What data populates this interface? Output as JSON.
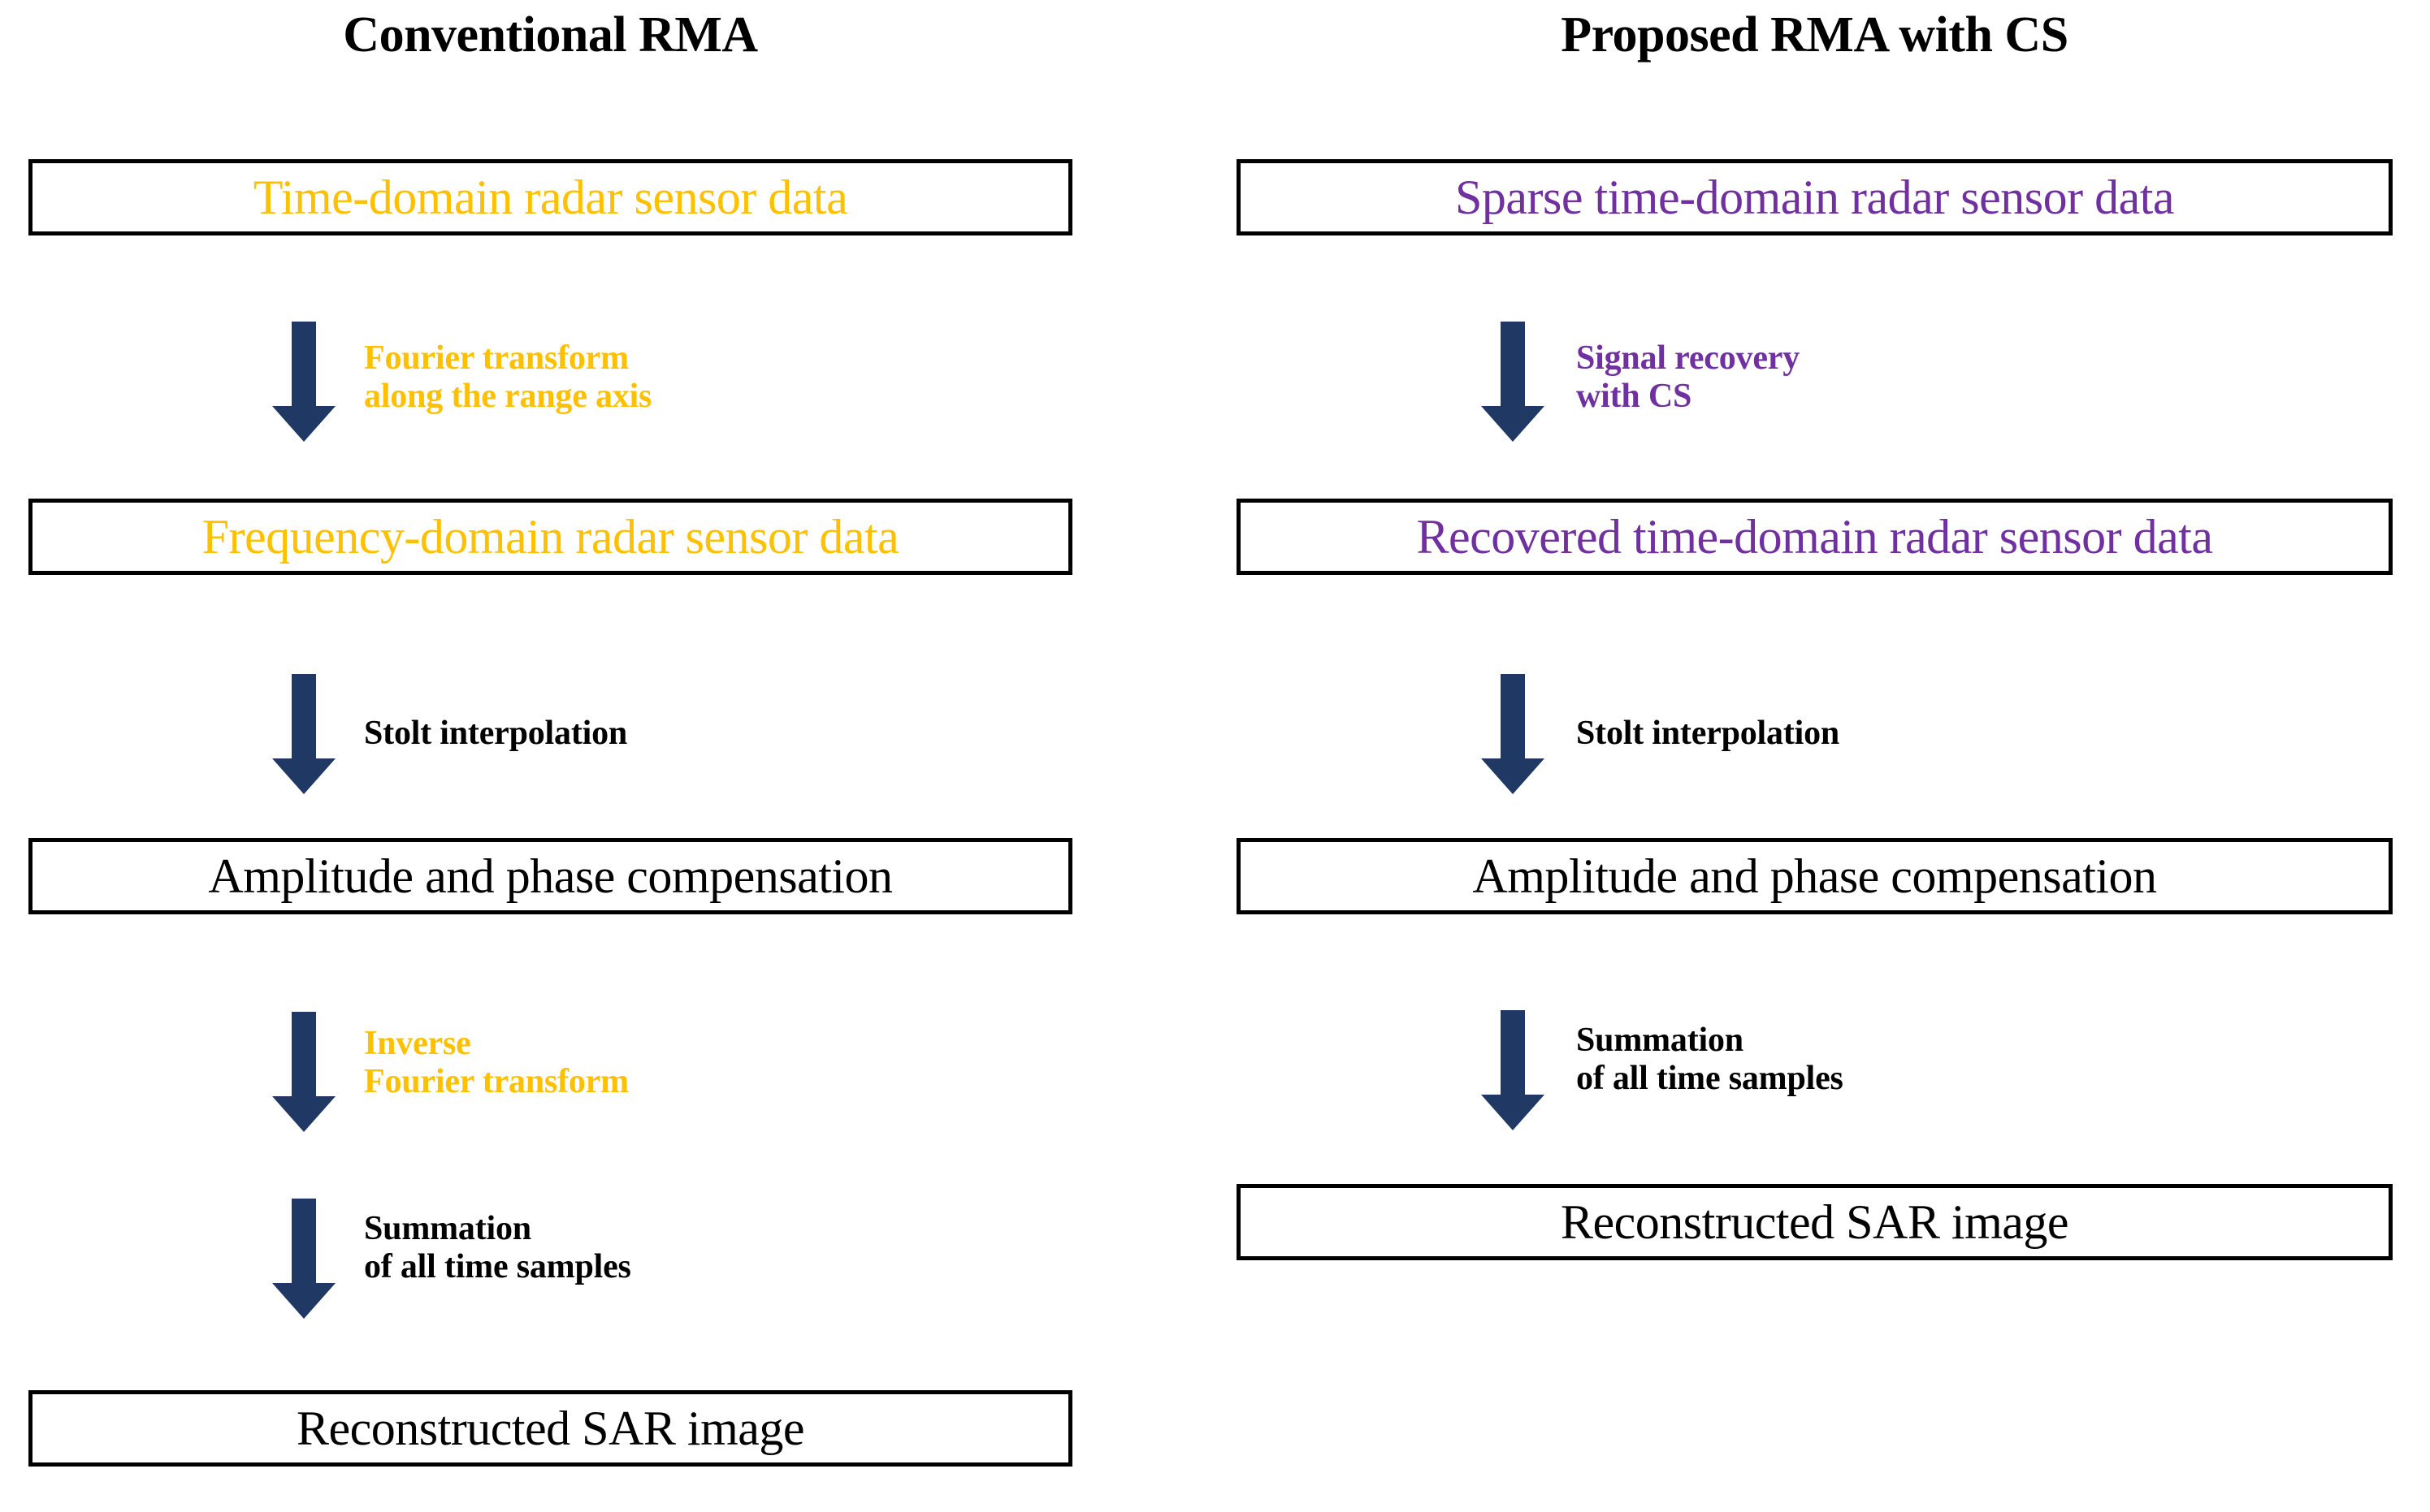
{
  "colors": {
    "amber": "#FFC000",
    "purple": "#7030A0",
    "arrow_navy": "#1F3864",
    "ink": "#000000",
    "background": "#FFFFFF",
    "box_border": "#000000"
  },
  "columns": {
    "left": {
      "header": "Conventional RMA",
      "boxes": [
        {
          "label": "Time-domain radar sensor data",
          "color": "amber"
        },
        {
          "label": "Frequency-domain radar sensor data",
          "color": "amber"
        },
        {
          "label": "Amplitude and phase compensation",
          "color": "ink"
        },
        {
          "label": "Reconstructed SAR image",
          "color": "ink"
        }
      ],
      "arrows": [
        {
          "icon": "down-arrow-icon",
          "label": "Fourier transform\nalong the range axis",
          "color": "amber"
        },
        {
          "icon": "down-arrow-icon",
          "label": "Stolt interpolation",
          "color": "ink"
        },
        {
          "icon": "down-arrow-icon",
          "label": "Inverse\nFourier transform",
          "color": "amber"
        },
        {
          "icon": "down-arrow-icon",
          "label": "Summation\nof all time samples",
          "color": "ink"
        }
      ]
    },
    "right": {
      "header": "Proposed RMA with CS",
      "boxes": [
        {
          "label": "Sparse time-domain radar sensor data",
          "color": "purple"
        },
        {
          "label": "Recovered time-domain radar sensor data",
          "color": "purple"
        },
        {
          "label": "Amplitude and phase compensation",
          "color": "ink"
        },
        {
          "label": "Reconstructed SAR image",
          "color": "ink"
        }
      ],
      "arrows": [
        {
          "icon": "down-arrow-icon",
          "label": "Signal recovery\nwith CS",
          "color": "purple"
        },
        {
          "icon": "down-arrow-icon",
          "label": "Stolt interpolation",
          "color": "ink"
        },
        {
          "icon": "down-arrow-icon",
          "label": "Summation\nof all time samples",
          "color": "ink"
        }
      ]
    }
  }
}
